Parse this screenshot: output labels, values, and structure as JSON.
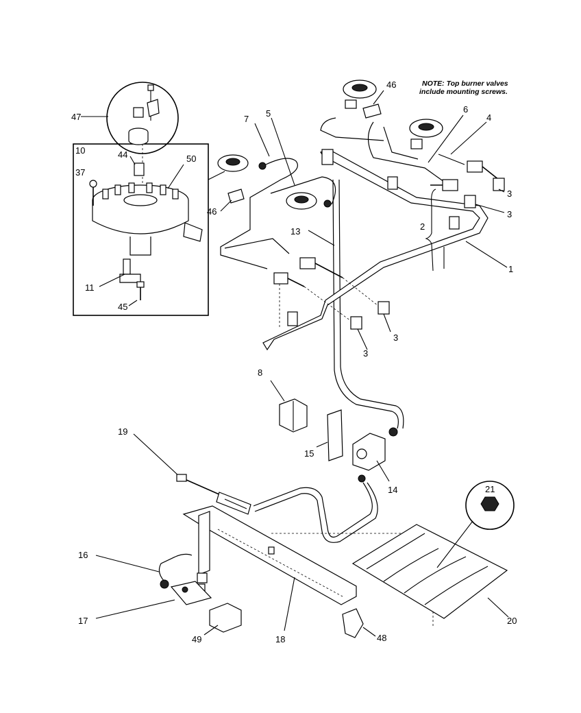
{
  "note": {
    "line1": "NOTE: Top burner valves",
    "line2": "include mounting screws."
  },
  "callouts": [
    {
      "id": "c1",
      "text": "1"
    },
    {
      "id": "c2",
      "text": "2"
    },
    {
      "id": "c3a",
      "text": "3"
    },
    {
      "id": "c3b",
      "text": "3"
    },
    {
      "id": "c3c",
      "text": "3"
    },
    {
      "id": "c3d",
      "text": "3"
    },
    {
      "id": "c4",
      "text": "4"
    },
    {
      "id": "c5",
      "text": "5"
    },
    {
      "id": "c6",
      "text": "6"
    },
    {
      "id": "c7",
      "text": "7"
    },
    {
      "id": "c8",
      "text": "8"
    },
    {
      "id": "c10",
      "text": "10"
    },
    {
      "id": "c11",
      "text": "11"
    },
    {
      "id": "c13",
      "text": "13"
    },
    {
      "id": "c14",
      "text": "14"
    },
    {
      "id": "c15",
      "text": "15"
    },
    {
      "id": "c16",
      "text": "16"
    },
    {
      "id": "c17",
      "text": "17"
    },
    {
      "id": "c18",
      "text": "18"
    },
    {
      "id": "c19",
      "text": "19"
    },
    {
      "id": "c20",
      "text": "20"
    },
    {
      "id": "c21",
      "text": "21"
    },
    {
      "id": "c37",
      "text": "37"
    },
    {
      "id": "c44",
      "text": "44"
    },
    {
      "id": "c45",
      "text": "45"
    },
    {
      "id": "c46a",
      "text": "46"
    },
    {
      "id": "c46b",
      "text": "46"
    },
    {
      "id": "c47",
      "text": "47"
    },
    {
      "id": "c48",
      "text": "48"
    },
    {
      "id": "c49",
      "text": "49"
    },
    {
      "id": "c50",
      "text": "50"
    }
  ]
}
